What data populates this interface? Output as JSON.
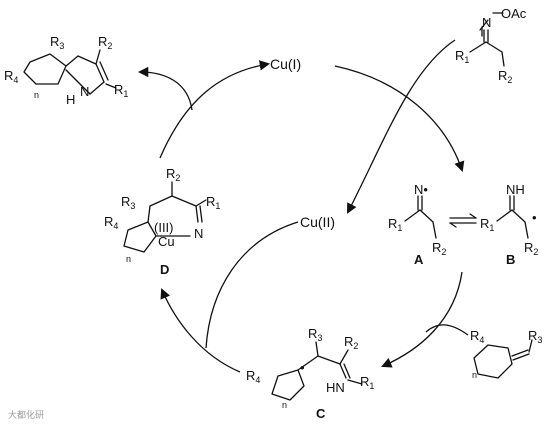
{
  "cycle": {
    "catalyst_top": "Cu(I)",
    "catalyst_mid": "Cu(II)"
  },
  "substrate_oxime": {
    "n_label": "N",
    "leaving_group": "OAc",
    "r1": "R",
    "r1_sub": "1",
    "r2": "R",
    "r2_sub": "2"
  },
  "intermediate_A": {
    "caption": "A",
    "n_label": "N",
    "r1": "R",
    "r1_sub": "1",
    "r2": "R",
    "r2_sub": "2"
  },
  "intermediate_B": {
    "caption": "B",
    "nh_label": "NH",
    "r1": "R",
    "r1_sub": "1",
    "r2": "R",
    "r2_sub": "2"
  },
  "alkene": {
    "r4": "R",
    "r4_sub": "4",
    "r3": "R",
    "r3_sub": "3",
    "n_label": "n"
  },
  "intermediate_C": {
    "caption": "C",
    "r4": "R",
    "r4_sub": "4",
    "r3": "R",
    "r3_sub": "3",
    "r2": "R",
    "r2_sub": "2",
    "r1": "R",
    "r1_sub": "1",
    "hn_label": "HN",
    "n_label": "n"
  },
  "intermediate_D": {
    "caption": "D",
    "r4": "R",
    "r4_sub": "4",
    "r3": "R",
    "r3_sub": "3",
    "r2": "R",
    "r2_sub": "2",
    "r1": "R",
    "r1_sub": "1",
    "n_label": "N",
    "cu_label": "Cu",
    "cu_ox": "(III)",
    "ring_n": "n"
  },
  "product": {
    "r4": "R",
    "r4_sub": "4",
    "r3": "R",
    "r3_sub": "3",
    "r2": "R",
    "r2_sub": "2",
    "r1": "R",
    "r1_sub": "1",
    "n_label": "N",
    "h_label": "H",
    "ring_n": "n"
  },
  "watermark": "大都化研"
}
